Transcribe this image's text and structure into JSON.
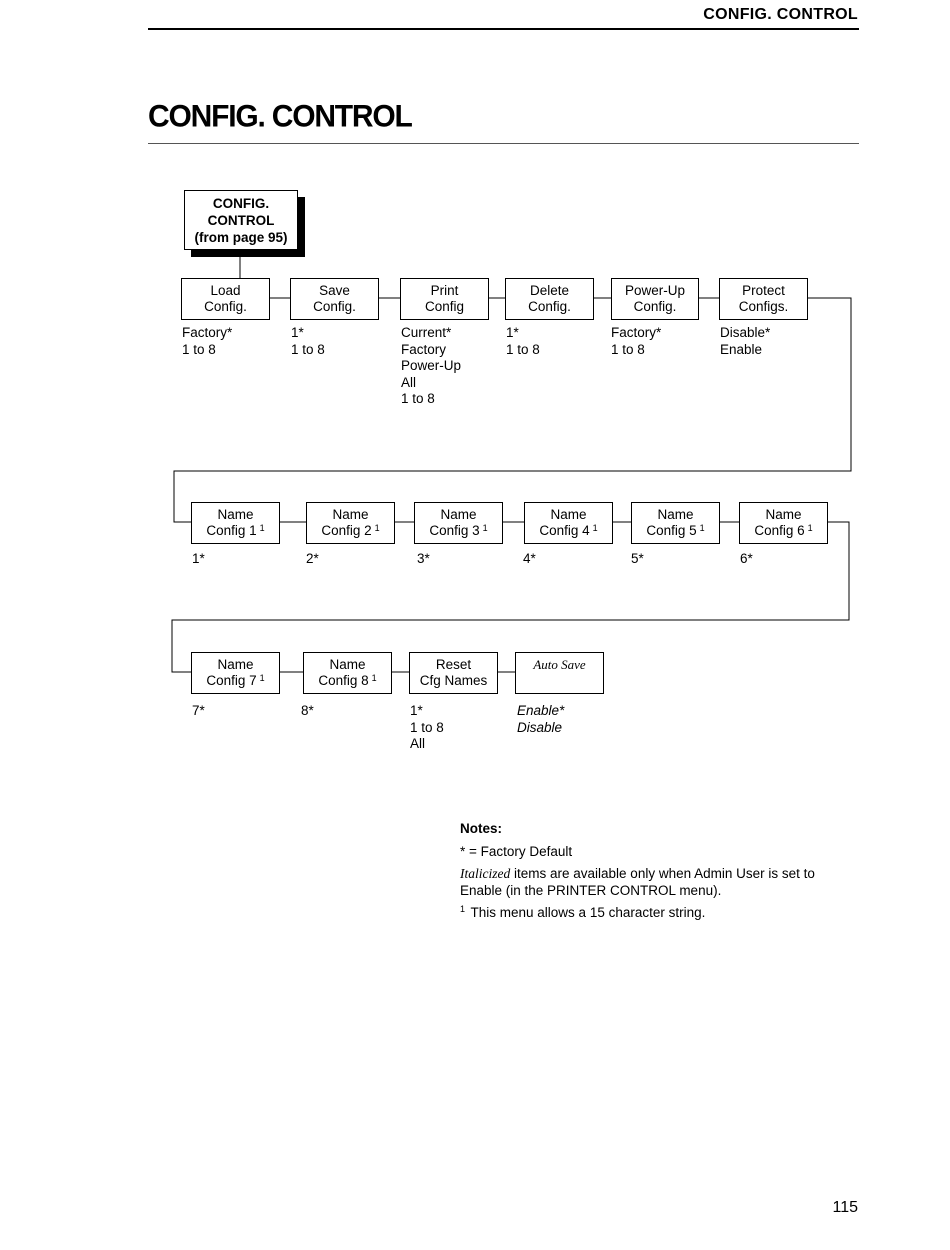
{
  "header": {
    "running_title": "CONFIG. CONTROL"
  },
  "page_title": "CONFIG. CONTROL",
  "root": {
    "line1": "CONFIG.",
    "line2": "CONTROL",
    "line3": "(from page 95)"
  },
  "row1": [
    {
      "line1": "Load",
      "line2": "Config.",
      "options": [
        "Factory*",
        "1 to 8"
      ]
    },
    {
      "line1": "Save",
      "line2": "Config.",
      "options": [
        "1*",
        "1 to 8"
      ]
    },
    {
      "line1": "Print",
      "line2": "Config",
      "options": [
        "Current*",
        "Factory",
        "Power-Up",
        "All",
        "1 to 8"
      ]
    },
    {
      "line1": "Delete",
      "line2": "Config.",
      "options": [
        "1*",
        "1 to 8"
      ]
    },
    {
      "line1": "Power-Up",
      "line2": "Config.",
      "options": [
        "Factory*",
        "1 to 8"
      ]
    },
    {
      "line1": "Protect",
      "line2": "Configs.",
      "options": [
        "Disable*",
        "Enable"
      ]
    }
  ],
  "row2": [
    {
      "line1": "Name",
      "line2": "Config 1",
      "sup": "1",
      "options": [
        "1*"
      ]
    },
    {
      "line1": "Name",
      "line2": "Config 2",
      "sup": "1",
      "options": [
        "2*"
      ]
    },
    {
      "line1": "Name",
      "line2": "Config 3",
      "sup": "1",
      "options": [
        "3*"
      ]
    },
    {
      "line1": "Name",
      "line2": "Config 4",
      "sup": "1",
      "options": [
        "4*"
      ]
    },
    {
      "line1": "Name",
      "line2": "Config 5",
      "sup": "1",
      "options": [
        "5*"
      ]
    },
    {
      "line1": "Name",
      "line2": "Config 6",
      "sup": "1",
      "options": [
        "6*"
      ]
    }
  ],
  "row3": [
    {
      "line1": "Name",
      "line2": "Config 7",
      "sup": "1",
      "options": [
        "7*"
      ]
    },
    {
      "line1": "Name",
      "line2": "Config 8",
      "sup": "1",
      "options": [
        "8*"
      ]
    },
    {
      "line1": "Reset",
      "line2": "Cfg Names",
      "options": [
        "1*",
        "1 to 8",
        "All"
      ]
    },
    {
      "line1": "Auto Save",
      "line2": "",
      "options": [
        "Enable*",
        "Disable"
      ],
      "italic": true
    }
  ],
  "notes": {
    "title": "Notes:",
    "factory_default": "* = Factory Default",
    "italic_word": "Italicized",
    "italic_rest": " items are available only when Admin User is set to Enable (in the PRINTER CONTROL menu).",
    "footnote_mark": "1",
    "footnote_text": " This menu allows a 15 character string."
  },
  "page_number": "115"
}
